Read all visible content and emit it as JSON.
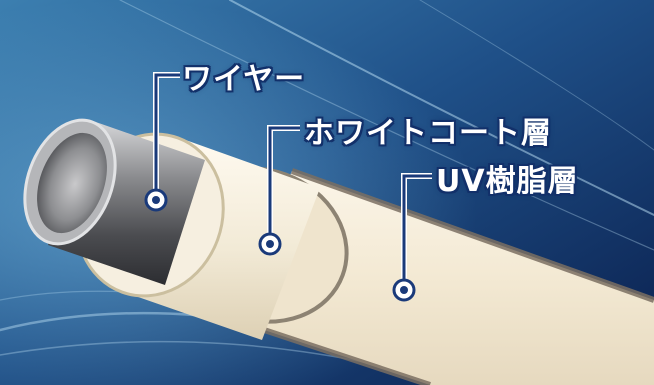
{
  "labels": {
    "wire": "ワイヤー",
    "white_coat": "ホワイトコート層",
    "uv_resin": "UV樹脂層"
  },
  "colors": {
    "background_dark": "#0b2050",
    "background_light": "#3f82b3",
    "callout_line": "#1a3a7a",
    "label_outline": "#12306a",
    "wire_metal": "#6e6f72",
    "white_coat": "#f2ead6",
    "uv_resin": "#f5ebd8"
  }
}
